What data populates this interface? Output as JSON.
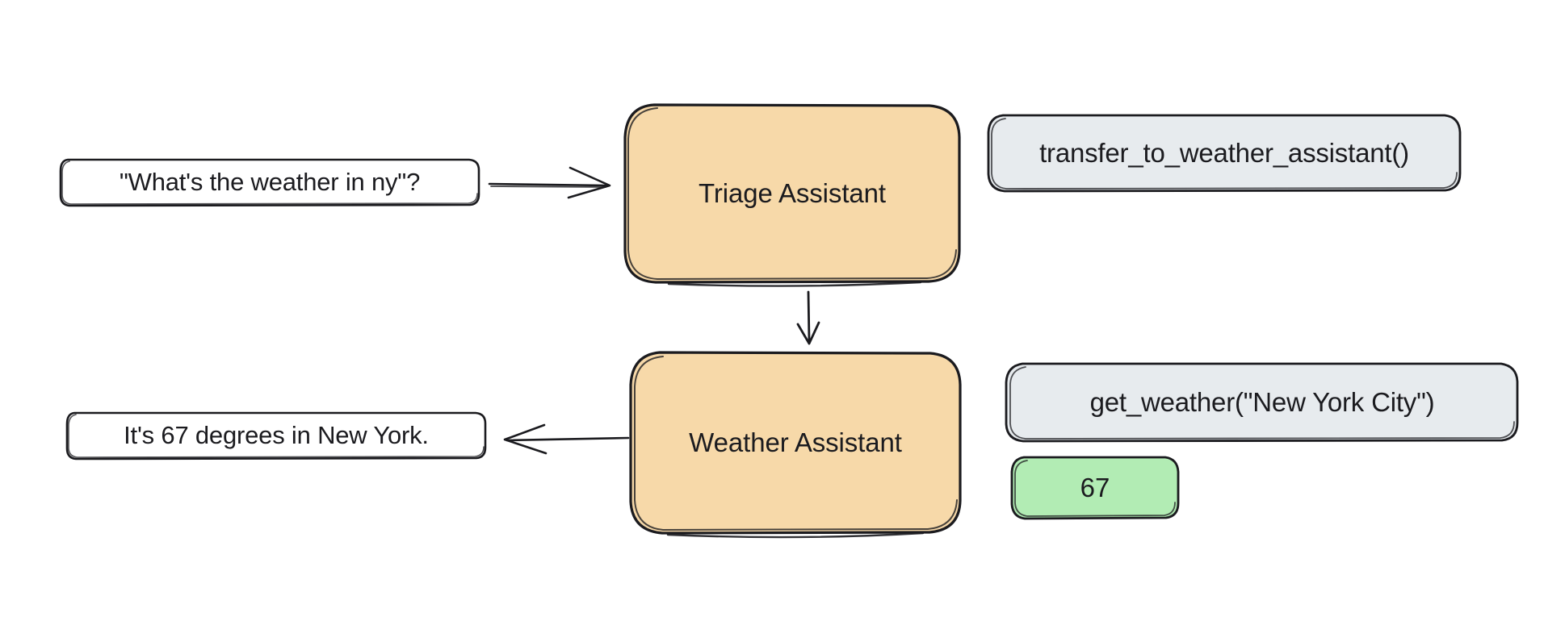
{
  "diagram": {
    "title": "Triage and Weather Assistant handoff flow",
    "background_color": "#ffffff",
    "palette": {
      "agent_fill": "#f7d9a9",
      "tool_fill": "#e7ebee",
      "result_fill": "#b2ecb4",
      "message_fill": "#ffffff",
      "stroke": "#1b1b1f",
      "text": "#1b1b1f"
    },
    "nodes": {
      "user_message": {
        "label": "\"What's the weather in ny\"?",
        "kind": "message"
      },
      "triage_agent": {
        "label": "Triage Assistant",
        "kind": "agent"
      },
      "transfer_tool": {
        "label": "transfer_to_weather_assistant()",
        "kind": "tool"
      },
      "weather_agent": {
        "label": "Weather Assistant",
        "kind": "agent"
      },
      "weather_tool": {
        "label": "get_weather(\"New York City\")",
        "kind": "tool"
      },
      "weather_result": {
        "label": "67",
        "kind": "result"
      },
      "assistant_reply": {
        "label": "It's 67 degrees in New York.",
        "kind": "message"
      }
    },
    "edges": [
      {
        "name": "user-to-triage",
        "from": "user_message",
        "to": "triage_agent",
        "direction": "right"
      },
      {
        "name": "triage-to-weather",
        "from": "triage_agent",
        "to": "weather_agent",
        "direction": "down"
      },
      {
        "name": "weather-to-reply",
        "from": "weather_agent",
        "to": "assistant_reply",
        "direction": "left"
      }
    ]
  }
}
